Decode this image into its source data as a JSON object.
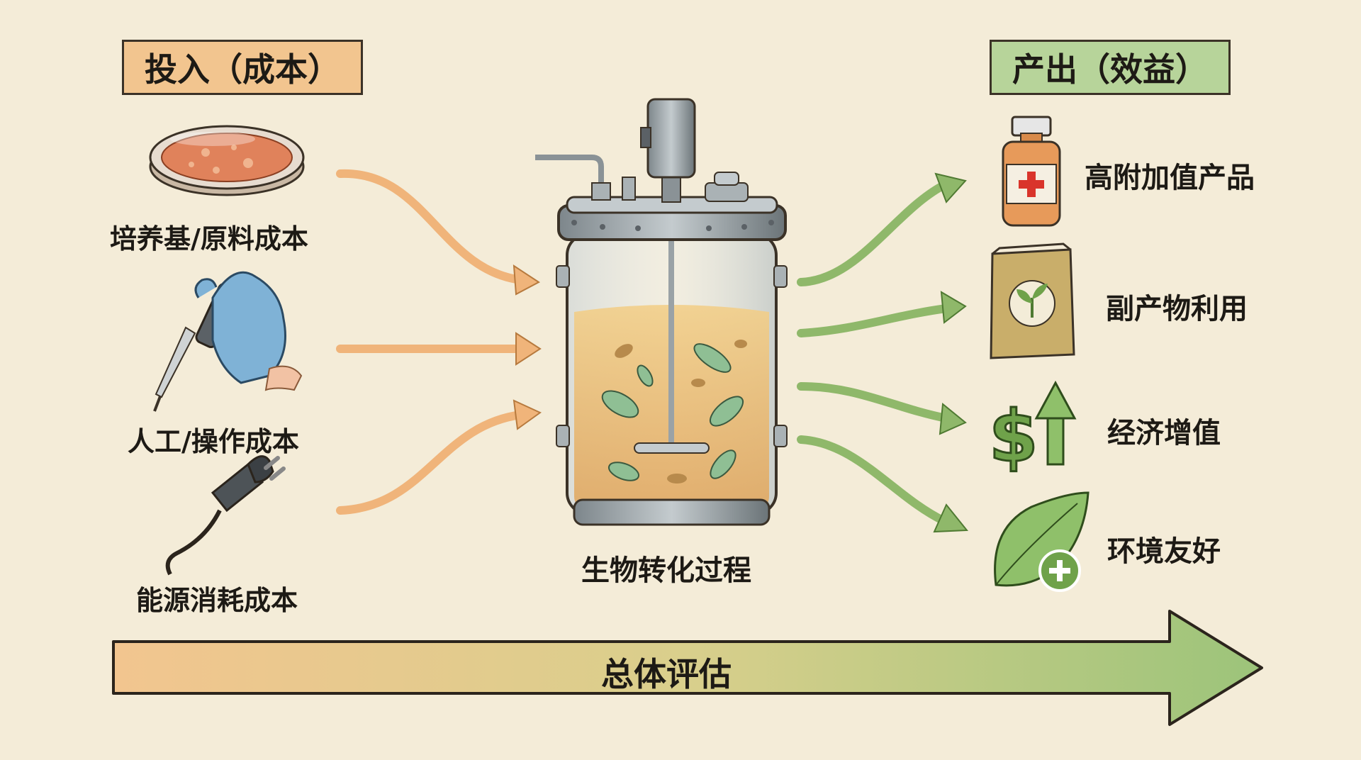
{
  "inputs": {
    "title": "投入（成本）",
    "items": [
      {
        "label": "培养基/原料成本",
        "icon": "petri-dish-icon"
      },
      {
        "label": "人工/操作成本",
        "icon": "pipette-glove-icon"
      },
      {
        "label": "能源消耗成本",
        "icon": "power-plug-icon"
      }
    ]
  },
  "process": {
    "label": "生物转化过程",
    "icon": "bioreactor-icon"
  },
  "outputs": {
    "title": "产出（效益）",
    "items": [
      {
        "label": "高附加值产品",
        "icon": "medicine-bottle-icon"
      },
      {
        "label": "副产物利用",
        "icon": "fertilizer-bag-icon"
      },
      {
        "label": "经济增值",
        "icon": "dollar-up-arrow-icon"
      },
      {
        "label": "环境友好",
        "icon": "leaf-plus-icon"
      }
    ]
  },
  "evaluation": {
    "label": "总体评估"
  },
  "colors": {
    "background": "#f4ecd8",
    "input_accent": "#f0b47a",
    "output_accent": "#8fb86a",
    "ink": "#2b241c"
  }
}
